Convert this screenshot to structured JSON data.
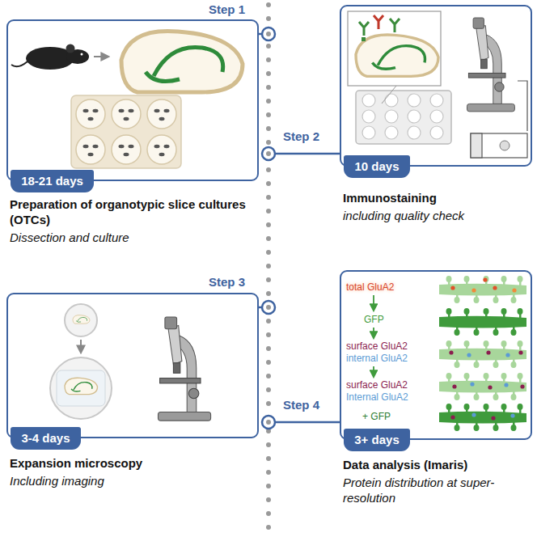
{
  "diagram": {
    "nodes": [
      {
        "text": [
          "Preparation of organotypic slice cultures (OTCs)",
          "Dissection and culture"
        ]
      },
      {
        "text": [
          "18-21 days"
        ],
        "in": 0
      },
      {
        "text": [
          "Immunostaining",
          "including quality check"
        ]
      },
      {
        "text": [
          "10 days"
        ],
        "in": 2
      },
      {
        "text": [
          "Expansion microscopy",
          "Including imaging"
        ]
      },
      {
        "text": [
          "3-4 days"
        ],
        "in": 4
      },
      {
        "text": [
          "Data analysis (Imaris)",
          "Protein distribution at super-resolution"
        ]
      },
      {
        "text": [
          "3+ days"
        ],
        "in": 6
      }
    ],
    "labels": [
      "Step 1",
      "Step 2",
      "Step 3",
      "Step 4",
      "total GluA2",
      "GFP",
      "surface GluA2",
      "internal GluA2",
      "surface GluA2",
      "Internal GluA2",
      "+ GFP"
    ]
  }
}
